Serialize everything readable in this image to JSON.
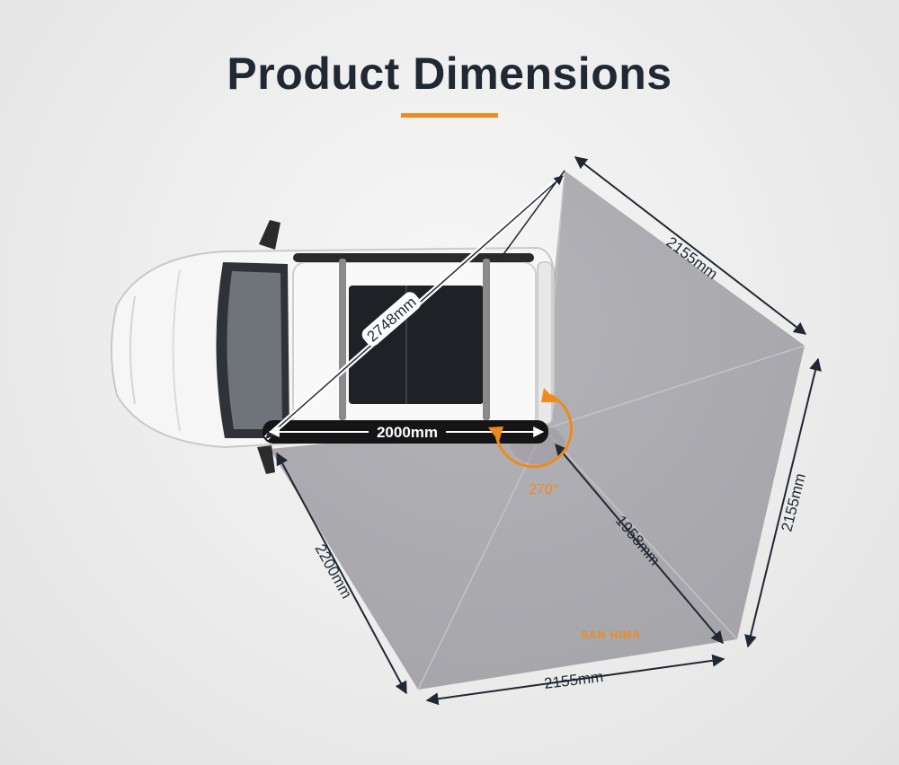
{
  "title": "Product Dimensions",
  "colors": {
    "accent": "#f08a1c",
    "title": "#1f2833",
    "awning": "#adacb1",
    "car_body": "#ffffff",
    "background": "#ededed"
  },
  "dimensions": {
    "diagonal": "2748mm",
    "awning_length": "2000mm",
    "edge_top_right": "2155mm",
    "edge_right": "2155mm",
    "edge_bottom": "2155mm",
    "edge_left": "2200mm",
    "radius": "1958mm"
  },
  "angle": "270°",
  "brand": "SAN HIMA"
}
